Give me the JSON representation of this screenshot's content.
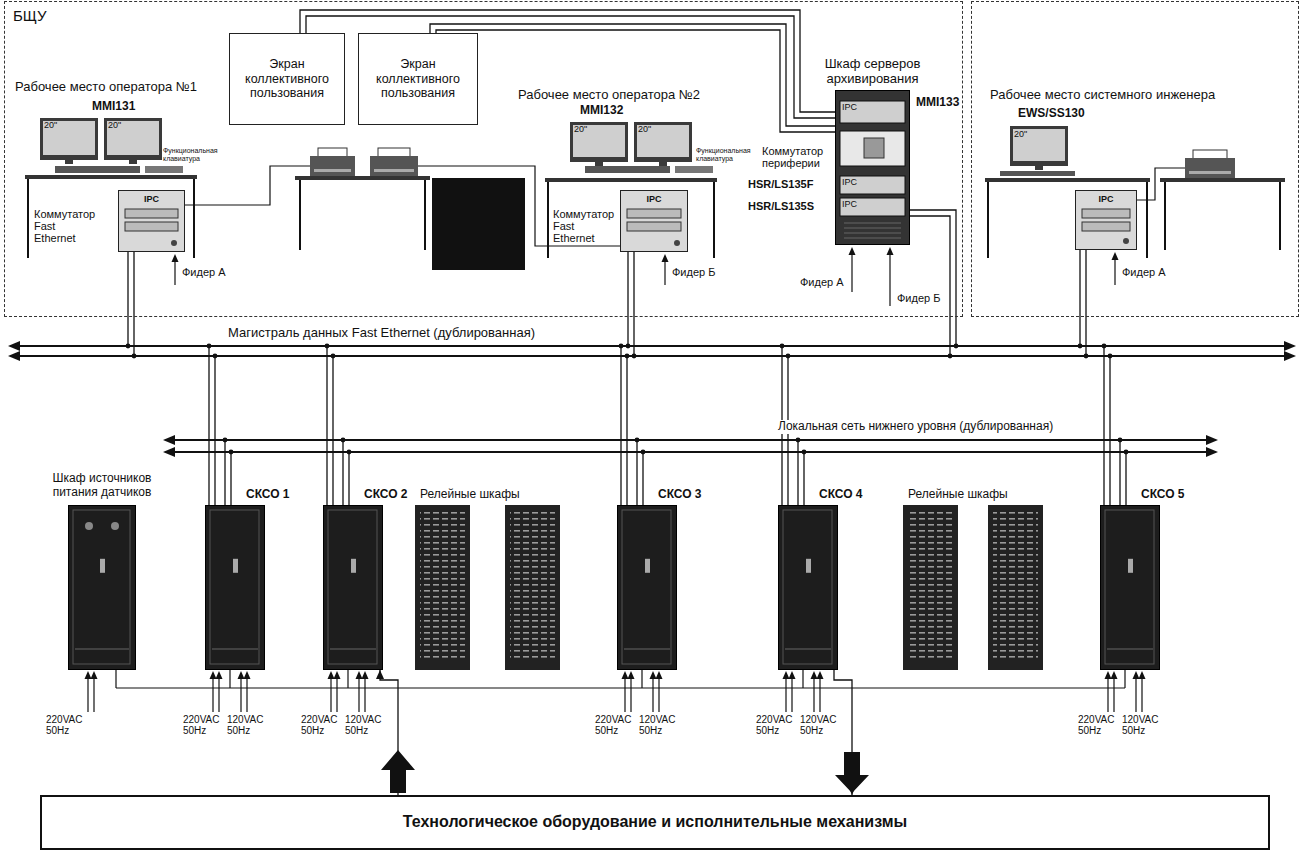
{
  "diagram": {
    "nodes": [
      {
        "text": [
          "БЩУ"
        ]
      },
      {
        "text": [
          "Экран коллективного пользования"
        ],
        "in": 0
      },
      {
        "text": [
          "Экран коллективного пользования"
        ],
        "in": 0
      },
      {
        "text": [
          "IPC"
        ],
        "in": 0
      },
      {
        "text": [
          "IPC"
        ],
        "in": 0
      },
      {
        "text": [
          "Шкаф серверов архивирования"
        ],
        "in": 0
      },
      {
        "text": [
          "Рабочее место системного инженера"
        ]
      },
      {
        "text": [
          "IPC"
        ],
        "in": 6
      },
      {
        "text": [
          "Магистраль данных Fast Ethernet (дублированная)"
        ]
      },
      {
        "text": [
          "Локальная сеть нижнего уровня (дублированная)"
        ]
      },
      {
        "text": [
          "Шкаф источников питания датчиков"
        ]
      },
      {
        "text": [
          "СКСО 1"
        ]
      },
      {
        "text": [
          "СКСО 2"
        ]
      },
      {
        "text": [
          "СКСО 3"
        ]
      },
      {
        "text": [
          "СКСО 4"
        ]
      },
      {
        "text": [
          "СКСО 5"
        ]
      },
      {
        "text": [
          "Технологическое оборудование и исполнительные механизмы"
        ]
      }
    ],
    "edges": [
      {
        "from": 3,
        "to": 8,
        "arrow": "none"
      },
      {
        "from": 4,
        "to": 8,
        "arrow": "none"
      },
      {
        "from": 5,
        "to": 8,
        "arrow": "none"
      },
      {
        "from": 7,
        "to": 8,
        "arrow": "none"
      },
      {
        "from": 8,
        "to": 11,
        "arrow": "none"
      },
      {
        "from": 8,
        "to": 12,
        "arrow": "none"
      },
      {
        "from": 8,
        "to": 13,
        "arrow": "none"
      },
      {
        "from": 8,
        "to": 14,
        "arrow": "none"
      },
      {
        "from": 8,
        "to": 15,
        "arrow": "none"
      },
      {
        "from": 9,
        "to": 11,
        "arrow": "none"
      },
      {
        "from": 9,
        "to": 12,
        "arrow": "none"
      },
      {
        "from": 9,
        "to": 13,
        "arrow": "none"
      },
      {
        "from": 9,
        "to": 14,
        "arrow": "none"
      },
      {
        "from": 9,
        "to": 15,
        "arrow": "none"
      },
      {
        "from": 1,
        "to": 5,
        "arrow": "none"
      },
      {
        "from": 2,
        "to": 5,
        "arrow": "none"
      },
      {
        "from": 16,
        "to": 12,
        "arrow": "to"
      },
      {
        "from": 14,
        "to": 16,
        "arrow": "to"
      }
    ],
    "labels": [
      "Рабочее место оператора №1",
      "MMI131",
      "20\"",
      "20\"",
      "Функциональная клавиатура",
      "Коммутатор Fast Ethernet",
      "Фидер А",
      "Рабочее место оператора №2",
      "MMI132",
      "20\"",
      "20\"",
      "Функциональная клавиатура",
      "Коммутатор Fast Ethernet",
      "Фидер Б",
      "MMI133",
      "IPC",
      "Коммутатор периферии",
      "HSR/LS135F",
      "IPC",
      "HSR/LS135S",
      "IPC",
      "Фидер А",
      "Фидер Б",
      "EWS/SS130",
      "20\"",
      "Фидер А",
      "Релейные шкафы",
      "Релейные шкафы",
      "220VAC 50Hz",
      "220VAC 50Hz",
      "120VAC 50Hz",
      "220VAC 50Hz",
      "120VAC 50Hz",
      "220VAC 50Hz",
      "120VAC 50Hz",
      "220VAC 50Hz",
      "120VAC 50Hz",
      "220VAC 50Hz",
      "120VAC 50Hz"
    ]
  }
}
